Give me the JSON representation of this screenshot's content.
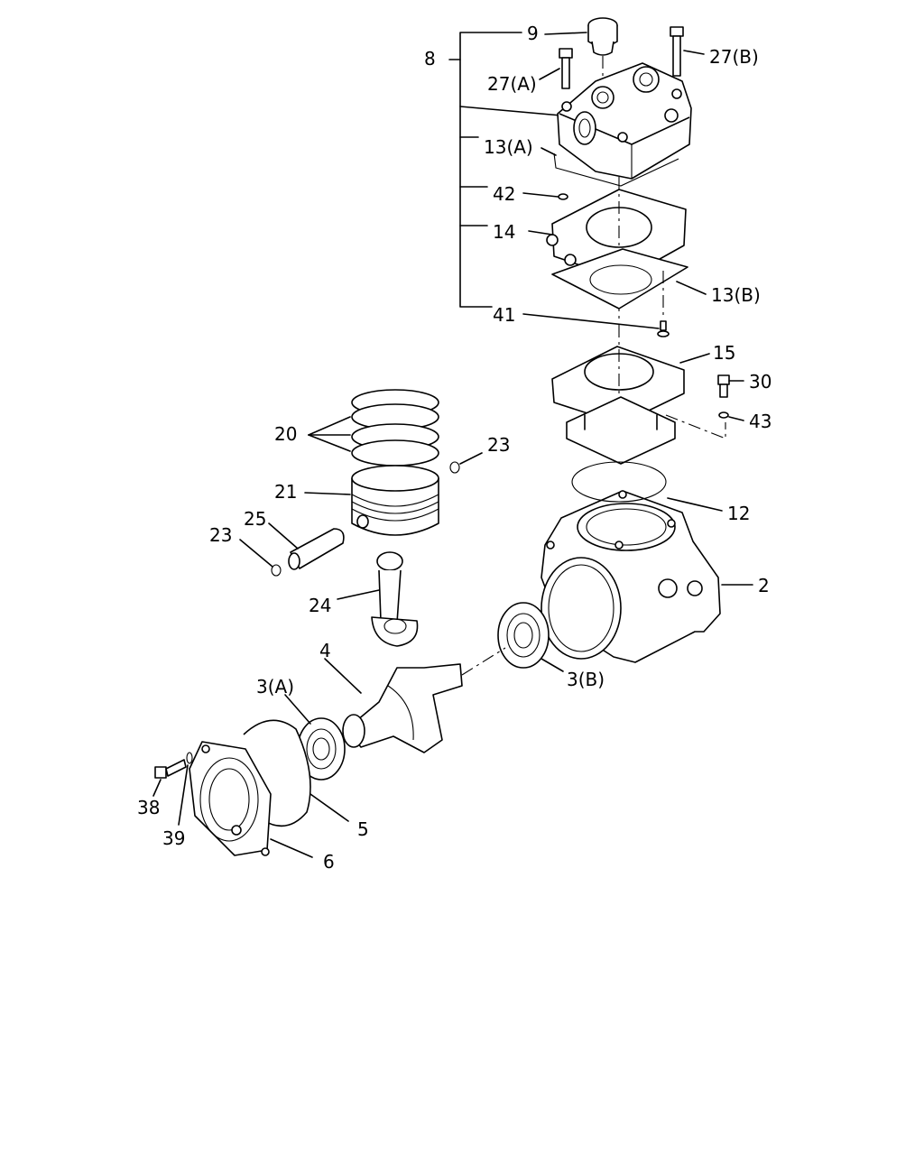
{
  "labels": {
    "p9": "9",
    "p8": "8",
    "p27a": "27(A)",
    "p27b": "27(B)",
    "p13a": "13(A)",
    "p42": "42",
    "p14": "14",
    "p13b": "13(B)",
    "p41": "41",
    "p15": "15",
    "p30": "30",
    "p43": "43",
    "p20": "20",
    "p23a": "23",
    "p21": "21",
    "p25": "25",
    "p23b": "23",
    "p12": "12",
    "p2": "2",
    "p24": "24",
    "p4": "4",
    "p3a": "3(A)",
    "p3b": "3(B)",
    "p38": "38",
    "p39": "39",
    "p5": "5",
    "p6": "6"
  }
}
